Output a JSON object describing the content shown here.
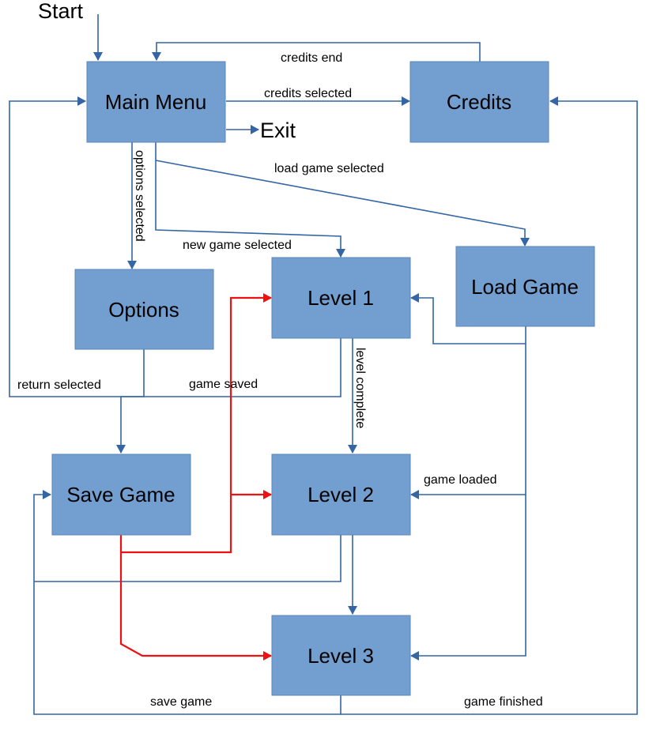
{
  "colors": {
    "node_fill": "#729fcf",
    "edge": "#3465a4",
    "save_edge": "#ee1111"
  },
  "nodes": {
    "main_menu": "Main Menu",
    "credits": "Credits",
    "options": "Options",
    "level1": "Level 1",
    "load_game": "Load Game",
    "save_game": "Save Game",
    "level2": "Level 2",
    "level3": "Level 3"
  },
  "terminals": {
    "start": "Start",
    "exit": "Exit"
  },
  "edge_labels": {
    "credits_end": "credits end",
    "credits_selected": "credits selected",
    "load_game_selected": "load game selected",
    "options_selected": "options selected",
    "new_game_selected": "new game selected",
    "return_selected": "return selected",
    "game_saved": "game saved",
    "level_complete": "level complete",
    "game_loaded": "game loaded",
    "save_game": "save game",
    "game_finished": "game finished"
  }
}
